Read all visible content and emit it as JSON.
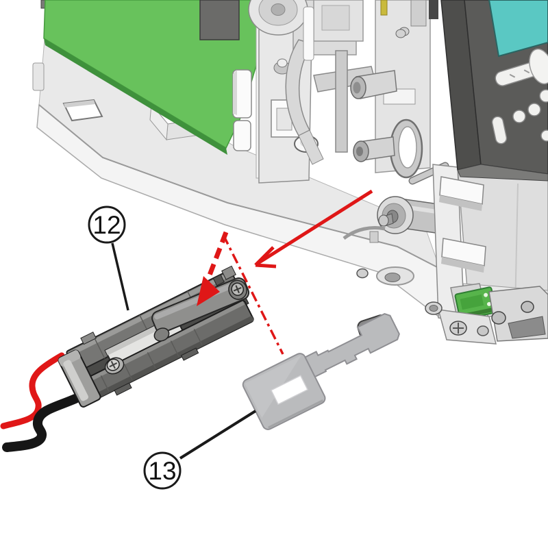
{
  "figure": {
    "kind": "exploded-parts-diagram",
    "description": "Isometric service illustration of instrument chassis; part 12 (wired connector holder) and part 13 (flat mounting plate) shown removed below the chassis"
  },
  "callouts": [
    {
      "label": "12"
    },
    {
      "label": "13"
    }
  ],
  "annotations": {
    "insertion_arrow": "insertion-direction-arrow",
    "press_arrow": "press-in-arrow",
    "centerline": "alignment-centerline"
  },
  "colors": {
    "annotation_red": "#df1717",
    "wire_red": "#e01717",
    "wire_black": "#161616",
    "pcb_green": "#68c25c",
    "pcb_green_edge": "#3f913c",
    "screen_teal": "#5ac8c3",
    "connector_green": "#57b44b",
    "panel_dark": "#5b5b59",
    "chassis_gray": "#e9e9e9"
  }
}
